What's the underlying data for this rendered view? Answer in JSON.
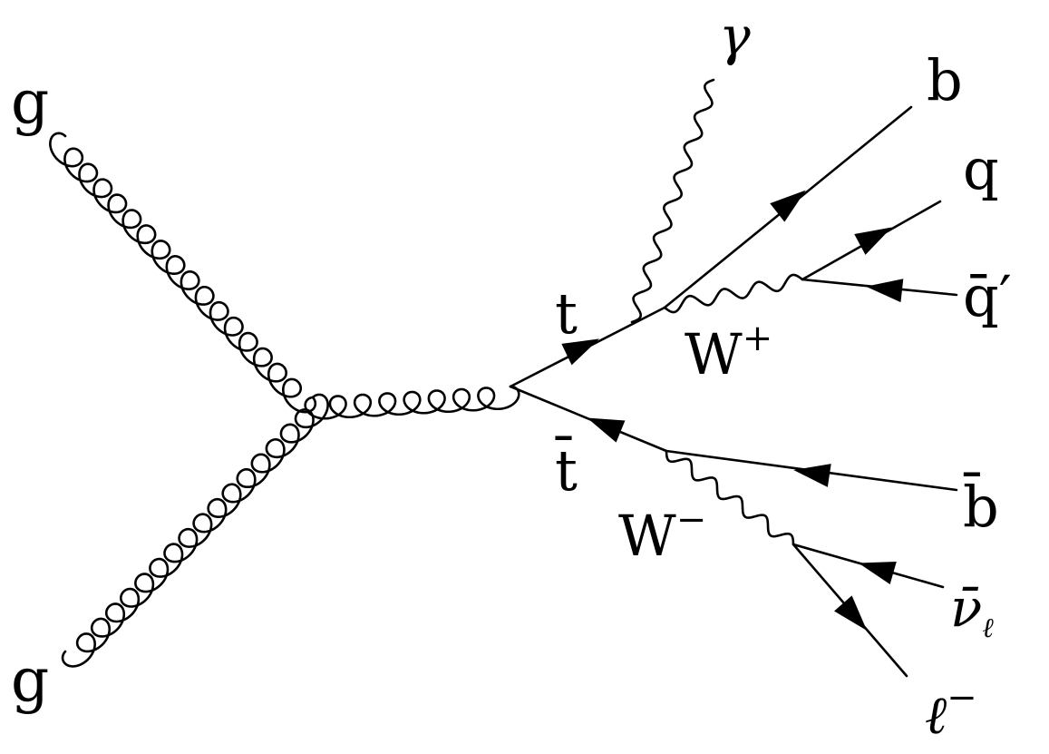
{
  "colors": {
    "ink": "#000000",
    "background": "#ffffff"
  },
  "labels": {
    "g_top": "g",
    "g_bottom": "g",
    "photon": "γ",
    "b": "b",
    "q": "q",
    "qbar_prime": "q̄′",
    "t": "t",
    "w_plus": "W",
    "w_plus_sup": "+",
    "tbar": "t̄",
    "bbar": "b̄",
    "w_minus": "W",
    "w_minus_sup": "−",
    "nubar": "ν̄",
    "nubar_sub": "ℓ",
    "lepton": "ℓ",
    "lepton_sup": "−"
  }
}
